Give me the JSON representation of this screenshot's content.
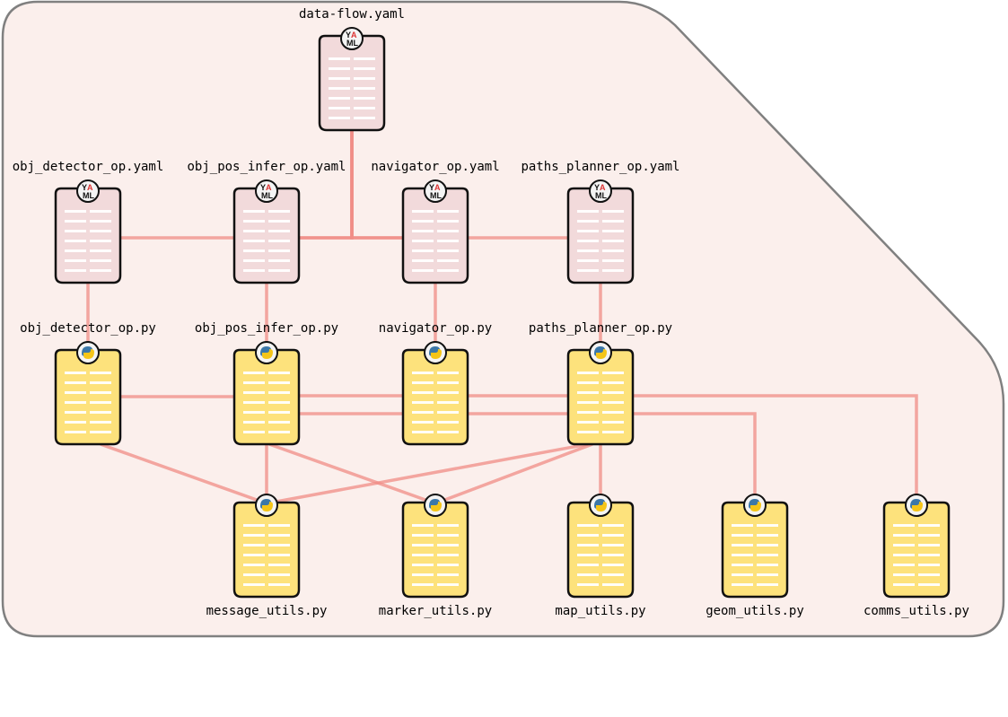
{
  "colors": {
    "container_fill": "#fbefec",
    "container_stroke": "#808080",
    "edge": "#f08c86",
    "yaml_doc": "#f2dadb",
    "py_doc": "#fde27c"
  },
  "nodes": [
    {
      "id": "data_flow_yaml",
      "label": "data-flow.yaml",
      "kind": "yaml",
      "icon": "yaml-icon"
    },
    {
      "id": "obj_detector_op_yaml",
      "label": "obj_detector_op.yaml",
      "kind": "yaml",
      "icon": "yaml-icon"
    },
    {
      "id": "obj_pos_infer_op_yaml",
      "label": "obj_pos_infer_op.yaml",
      "kind": "yaml",
      "icon": "yaml-icon"
    },
    {
      "id": "navigator_op_yaml",
      "label": "navigator_op.yaml",
      "kind": "yaml",
      "icon": "yaml-icon"
    },
    {
      "id": "paths_planner_op_yaml",
      "label": "paths_planner_op.yaml",
      "kind": "yaml",
      "icon": "yaml-icon"
    },
    {
      "id": "obj_detector_op_py",
      "label": "obj_detector_op.py",
      "kind": "py",
      "icon": "python-icon"
    },
    {
      "id": "obj_pos_infer_op_py",
      "label": "obj_pos_infer_op.py",
      "kind": "py",
      "icon": "python-icon"
    },
    {
      "id": "navigator_op_py",
      "label": "navigator_op.py",
      "kind": "py",
      "icon": "python-icon"
    },
    {
      "id": "paths_planner_op_py",
      "label": "paths_planner_op.py",
      "kind": "py",
      "icon": "python-icon"
    },
    {
      "id": "message_utils_py",
      "label": "message_utils.py",
      "kind": "py",
      "icon": "python-icon"
    },
    {
      "id": "marker_utils_py",
      "label": "marker_utils.py",
      "kind": "py",
      "icon": "python-icon"
    },
    {
      "id": "map_utils_py",
      "label": "map_utils.py",
      "kind": "py",
      "icon": "python-icon"
    },
    {
      "id": "geom_utils_py",
      "label": "geom_utils.py",
      "kind": "py",
      "icon": "python-icon"
    },
    {
      "id": "comms_utils_py",
      "label": "comms_utils.py",
      "kind": "py",
      "icon": "python-icon"
    }
  ],
  "edges": [
    [
      "data_flow_yaml",
      "obj_detector_op_yaml"
    ],
    [
      "data_flow_yaml",
      "obj_pos_infer_op_yaml"
    ],
    [
      "data_flow_yaml",
      "navigator_op_yaml"
    ],
    [
      "data_flow_yaml",
      "paths_planner_op_yaml"
    ],
    [
      "obj_detector_op_yaml",
      "obj_detector_op_py"
    ],
    [
      "obj_pos_infer_op_yaml",
      "obj_pos_infer_op_py"
    ],
    [
      "navigator_op_yaml",
      "navigator_op_py"
    ],
    [
      "paths_planner_op_yaml",
      "paths_planner_op_py"
    ],
    [
      "obj_detector_op_py",
      "obj_pos_infer_op_py"
    ],
    [
      "obj_pos_infer_op_py",
      "navigator_op_py"
    ],
    [
      "obj_pos_infer_op_py",
      "paths_planner_op_py"
    ],
    [
      "navigator_op_py",
      "paths_planner_op_py"
    ],
    [
      "obj_detector_op_py",
      "message_utils_py"
    ],
    [
      "obj_pos_infer_op_py",
      "message_utils_py"
    ],
    [
      "obj_pos_infer_op_py",
      "marker_utils_py"
    ],
    [
      "paths_planner_op_py",
      "message_utils_py"
    ],
    [
      "paths_planner_op_py",
      "marker_utils_py"
    ],
    [
      "paths_planner_op_py",
      "map_utils_py"
    ],
    [
      "paths_planner_op_py",
      "geom_utils_py"
    ],
    [
      "paths_planner_op_py",
      "comms_utils_py"
    ]
  ]
}
